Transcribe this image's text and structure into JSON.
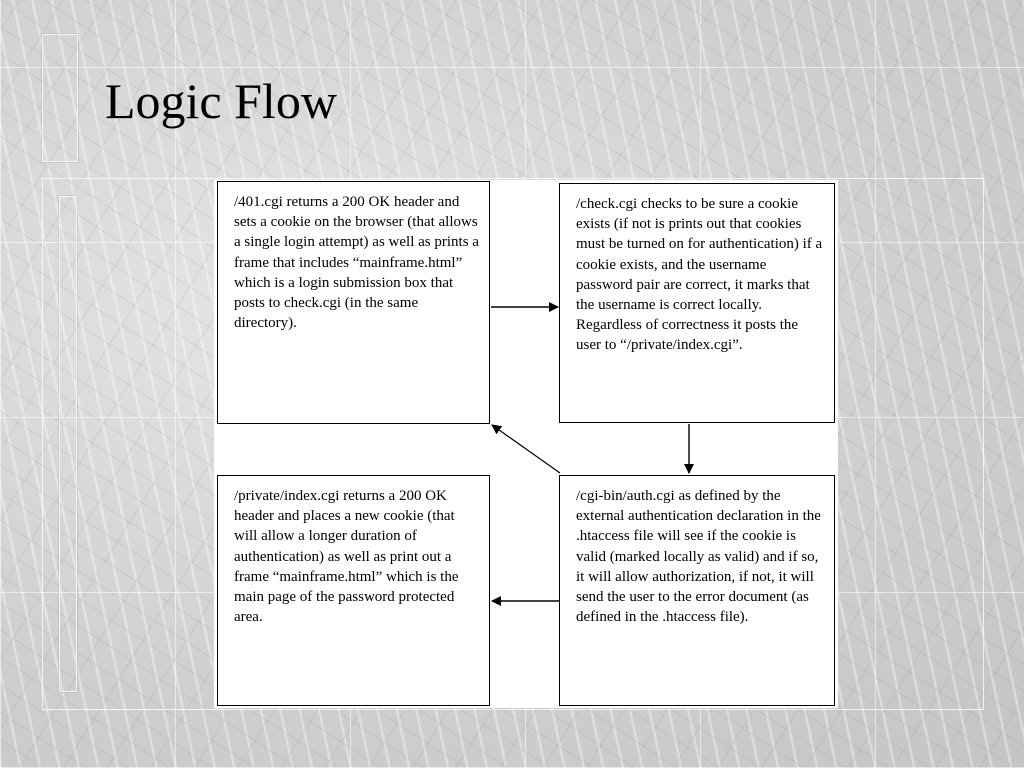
{
  "slide": {
    "title": "Logic Flow"
  },
  "diagram": {
    "boxes": [
      {
        "id": "box-401",
        "text": "/401.cgi returns a 200 OK header and sets a cookie on the browser (that allows a single login attempt) as well as prints a frame that includes “mainframe.html” which is a login submission box that posts to check.cgi (in the same directory)."
      },
      {
        "id": "box-check",
        "text": "/check.cgi checks to be sure a cookie exists (if not is prints out that cookies must be turned on for authentication) if a cookie exists, and the username password pair are correct, it marks that the username is correct locally. Regardless of correctness it posts the user to “/private/index.cgi”."
      },
      {
        "id": "box-private",
        "text": "/private/index.cgi returns a 200 OK header and places a new cookie (that will allow a longer duration of authentication) as well as print out a frame “mainframe.html” which is the main page of the password protected area."
      },
      {
        "id": "box-auth",
        "text": "/cgi-bin/auth.cgi as defined by the external authentication declaration in the .htaccess file will see if the cookie is valid (marked locally as valid) and if so, it will allow authorization, if not, it will send the user to the error document (as defined in the .htaccess file)."
      }
    ],
    "arrows": [
      {
        "from": "box-401",
        "to": "box-check"
      },
      {
        "from": "box-check",
        "to": "box-auth"
      },
      {
        "from": "box-auth",
        "to": "box-401"
      },
      {
        "from": "box-auth",
        "to": "box-private"
      }
    ]
  }
}
